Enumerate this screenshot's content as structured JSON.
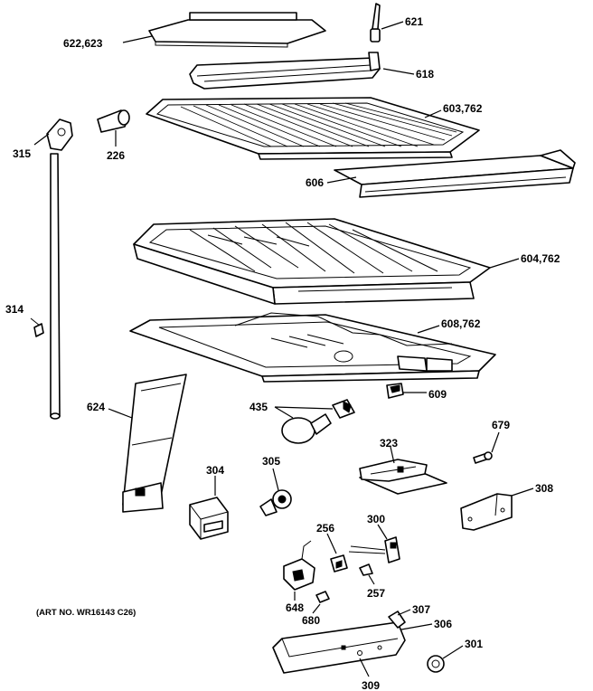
{
  "labels": {
    "p622": "622,623",
    "p621": "621",
    "p618": "618",
    "p603": "603,762",
    "p315": "315",
    "p226": "226",
    "p606": "606",
    "p604": "604,762",
    "p314": "314",
    "p608": "608,762",
    "p624": "624",
    "p435": "435",
    "p609": "609",
    "p679": "679",
    "p323": "323",
    "p304": "304",
    "p305": "305",
    "p308": "308",
    "p256": "256",
    "p300": "300",
    "p257": "257",
    "p648": "648",
    "p680": "680",
    "p307": "307",
    "p306": "306",
    "p301": "301",
    "p309": "309"
  },
  "art_number": "(ART NO. WR16143 C26)"
}
